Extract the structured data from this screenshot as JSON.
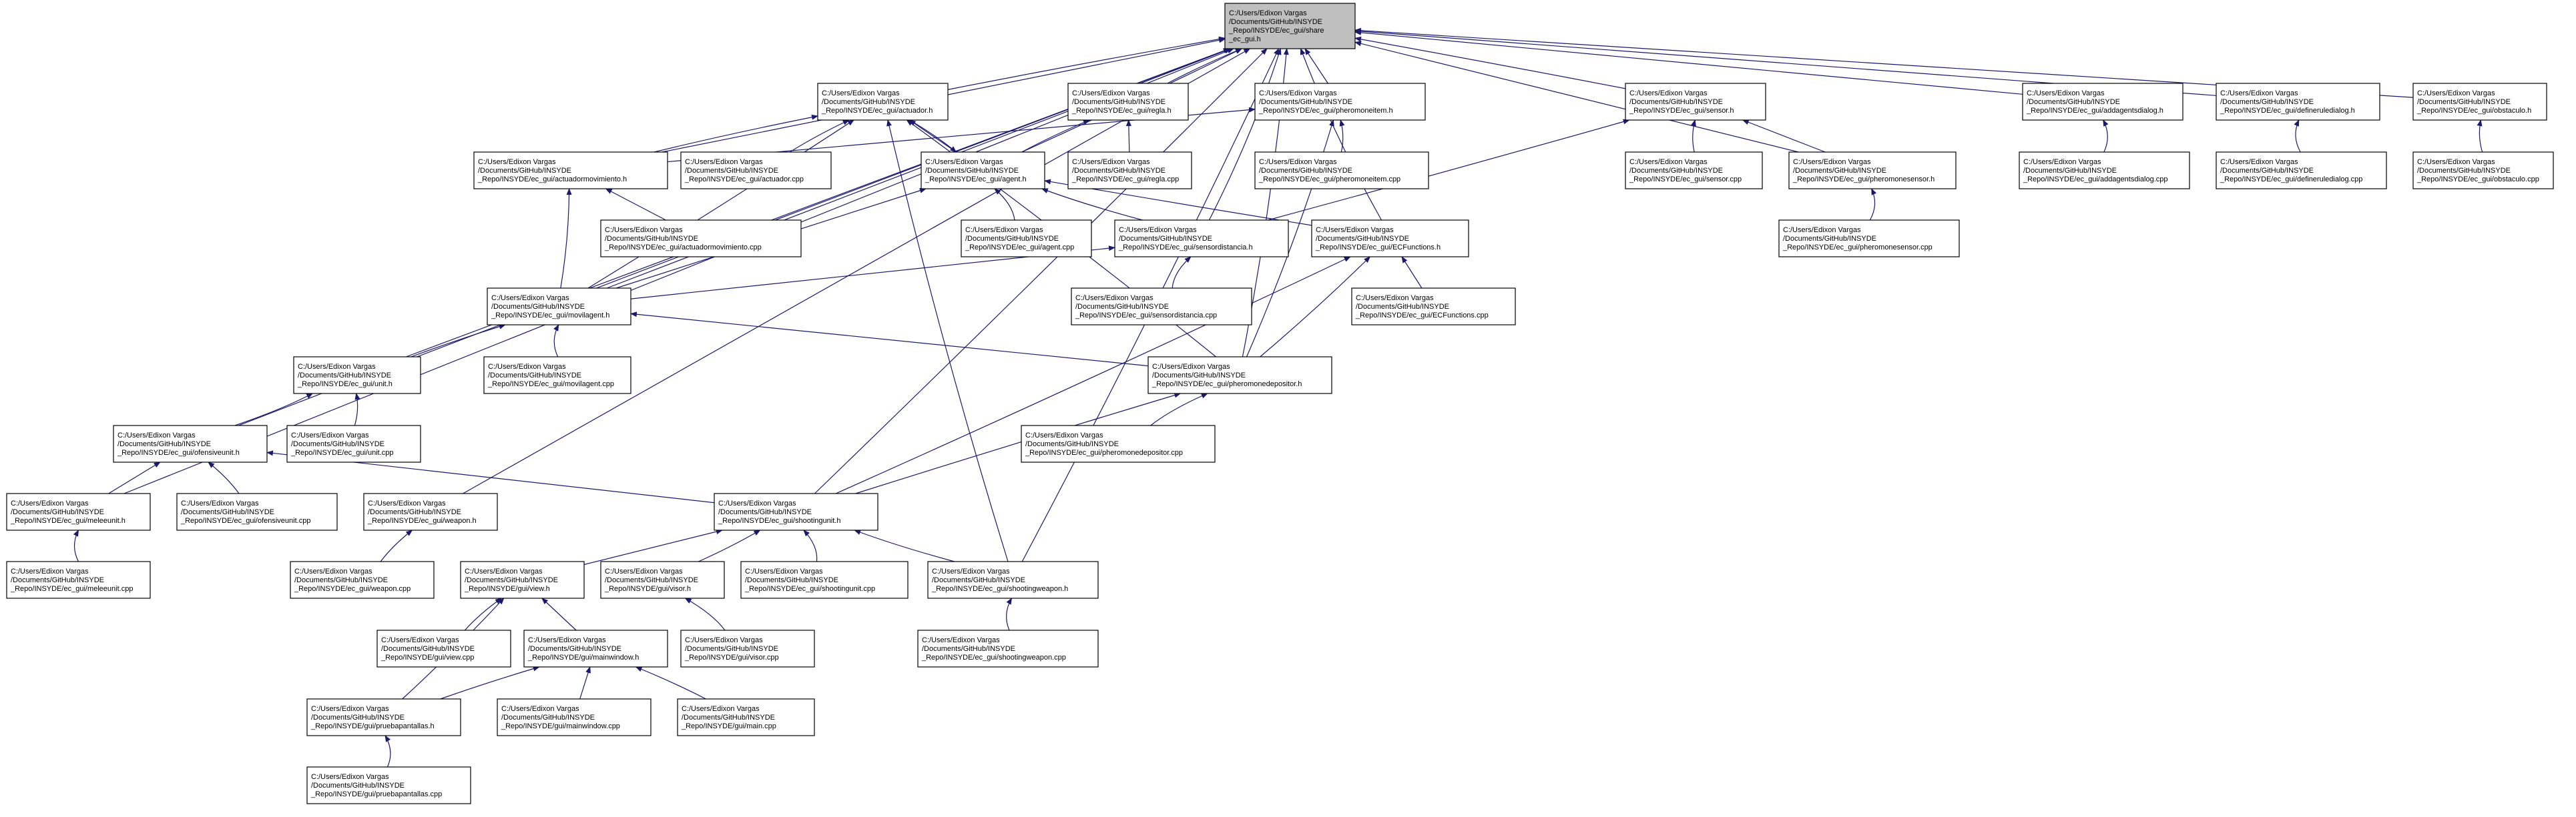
{
  "graph": {
    "arrow_color": "#191970",
    "root_fill": "#bfbfbf",
    "node_fill": "#ffffff",
    "nodes": [
      {
        "id": "share",
        "lines": [
          "C:/Users/Edixon Vargas",
          "/Documents/GitHub/INSYDE",
          "_Repo/INSYDE/ec_gui/share",
          "_ec_gui.h"
        ],
        "root": true
      },
      {
        "id": "actuador_h",
        "lines": [
          "C:/Users/Edixon Vargas",
          "/Documents/GitHub/INSYDE",
          "_Repo/INSYDE/ec_gui/actuador.h"
        ]
      },
      {
        "id": "regla_h",
        "lines": [
          "C:/Users/Edixon Vargas",
          "/Documents/GitHub/INSYDE",
          "_Repo/INSYDE/ec_gui/regla.h"
        ]
      },
      {
        "id": "pheromoneitem_h",
        "lines": [
          "C:/Users/Edixon Vargas",
          "/Documents/GitHub/INSYDE",
          "_Repo/INSYDE/ec_gui/pheromoneitem.h"
        ]
      },
      {
        "id": "sensor_h",
        "lines": [
          "C:/Users/Edixon Vargas",
          "/Documents/GitHub/INSYDE",
          "_Repo/INSYDE/ec_gui/sensor.h"
        ]
      },
      {
        "id": "addagentsdialog_h",
        "lines": [
          "C:/Users/Edixon Vargas",
          "/Documents/GitHub/INSYDE",
          "_Repo/INSYDE/ec_gui/addagentsdialog.h"
        ]
      },
      {
        "id": "defineruledialog_h",
        "lines": [
          "C:/Users/Edixon Vargas",
          "/Documents/GitHub/INSYDE",
          "_Repo/INSYDE/ec_gui/defineruledialog.h"
        ]
      },
      {
        "id": "obstaculo_h",
        "lines": [
          "C:/Users/Edixon Vargas",
          "/Documents/GitHub/INSYDE",
          "_Repo/INSYDE/ec_gui/obstaculo.h"
        ]
      },
      {
        "id": "actuadormov_h",
        "lines": [
          "C:/Users/Edixon Vargas",
          "/Documents/GitHub/INSYDE",
          "_Repo/INSYDE/ec_gui/actuadormovimiento.h"
        ]
      },
      {
        "id": "actuador_cpp",
        "lines": [
          "C:/Users/Edixon Vargas",
          "/Documents/GitHub/INSYDE",
          "_Repo/INSYDE/ec_gui/actuador.cpp"
        ]
      },
      {
        "id": "agent_h",
        "lines": [
          "C:/Users/Edixon Vargas",
          "/Documents/GitHub/INSYDE",
          "_Repo/INSYDE/ec_gui/agent.h"
        ]
      },
      {
        "id": "regla_cpp",
        "lines": [
          "C:/Users/Edixon Vargas",
          "/Documents/GitHub/INSYDE",
          "_Repo/INSYDE/ec_gui/regla.cpp"
        ]
      },
      {
        "id": "pheromoneitem_cpp",
        "lines": [
          "C:/Users/Edixon Vargas",
          "/Documents/GitHub/INSYDE",
          "_Repo/INSYDE/ec_gui/pheromoneitem.cpp"
        ]
      },
      {
        "id": "sensor_cpp",
        "lines": [
          "C:/Users/Edixon Vargas",
          "/Documents/GitHub/INSYDE",
          "_Repo/INSYDE/ec_gui/sensor.cpp"
        ]
      },
      {
        "id": "pheromonesensor_h",
        "lines": [
          "C:/Users/Edixon Vargas",
          "/Documents/GitHub/INSYDE",
          "_Repo/INSYDE/ec_gui/pheromonesensor.h"
        ]
      },
      {
        "id": "addagentsdialog_cpp",
        "lines": [
          "C:/Users/Edixon Vargas",
          "/Documents/GitHub/INSYDE",
          "_Repo/INSYDE/ec_gui/addagentsdialog.cpp"
        ]
      },
      {
        "id": "defineruledialog_cpp",
        "lines": [
          "C:/Users/Edixon Vargas",
          "/Documents/GitHub/INSYDE",
          "_Repo/INSYDE/ec_gui/defineruledialog.cpp"
        ]
      },
      {
        "id": "obstaculo_cpp",
        "lines": [
          "C:/Users/Edixon Vargas",
          "/Documents/GitHub/INSYDE",
          "_Repo/INSYDE/ec_gui/obstaculo.cpp"
        ]
      },
      {
        "id": "actuadormov_cpp",
        "lines": [
          "C:/Users/Edixon Vargas",
          "/Documents/GitHub/INSYDE",
          "_Repo/INSYDE/ec_gui/actuadormovimiento.cpp"
        ]
      },
      {
        "id": "agent_cpp",
        "lines": [
          "C:/Users/Edixon Vargas",
          "/Documents/GitHub/INSYDE",
          "_Repo/INSYDE/ec_gui/agent.cpp"
        ]
      },
      {
        "id": "sensordistancia_h",
        "lines": [
          "C:/Users/Edixon Vargas",
          "/Documents/GitHub/INSYDE",
          "_Repo/INSYDE/ec_gui/sensordistancia.h"
        ]
      },
      {
        "id": "ecfunctions_h",
        "lines": [
          "C:/Users/Edixon Vargas",
          "/Documents/GitHub/INSYDE",
          "_Repo/INSYDE/ec_gui/ECFunctions.h"
        ]
      },
      {
        "id": "pheromonesensor_cpp",
        "lines": [
          "C:/Users/Edixon Vargas",
          "/Documents/GitHub/INSYDE",
          "_Repo/INSYDE/ec_gui/pheromonesensor.cpp"
        ]
      },
      {
        "id": "movilagent_h",
        "lines": [
          "C:/Users/Edixon Vargas",
          "/Documents/GitHub/INSYDE",
          "_Repo/INSYDE/ec_gui/movilagent.h"
        ]
      },
      {
        "id": "sensordistancia_cpp",
        "lines": [
          "C:/Users/Edixon Vargas",
          "/Documents/GitHub/INSYDE",
          "_Repo/INSYDE/ec_gui/sensordistancia.cpp"
        ]
      },
      {
        "id": "ecfunctions_cpp",
        "lines": [
          "C:/Users/Edixon Vargas",
          "/Documents/GitHub/INSYDE",
          "_Repo/INSYDE/ec_gui/ECFunctions.cpp"
        ]
      },
      {
        "id": "unit_h",
        "lines": [
          "C:/Users/Edixon Vargas",
          "/Documents/GitHub/INSYDE",
          "_Repo/INSYDE/ec_gui/unit.h"
        ]
      },
      {
        "id": "movilagent_cpp",
        "lines": [
          "C:/Users/Edixon Vargas",
          "/Documents/GitHub/INSYDE",
          "_Repo/INSYDE/ec_gui/movilagent.cpp"
        ]
      },
      {
        "id": "pheromonedepositor_h",
        "lines": [
          "C:/Users/Edixon Vargas",
          "/Documents/GitHub/INSYDE",
          "_Repo/INSYDE/ec_gui/pheromonedepositor.h"
        ]
      },
      {
        "id": "offensiveunit_h",
        "lines": [
          "C:/Users/Edixon Vargas",
          "/Documents/GitHub/INSYDE",
          "_Repo/INSYDE/ec_gui/ofensiveunit.h"
        ]
      },
      {
        "id": "unit_cpp",
        "lines": [
          "C:/Users/Edixon Vargas",
          "/Documents/GitHub/INSYDE",
          "_Repo/INSYDE/ec_gui/unit.cpp"
        ]
      },
      {
        "id": "pheromonedepositor_cpp",
        "lines": [
          "C:/Users/Edixon Vargas",
          "/Documents/GitHub/INSYDE",
          "_Repo/INSYDE/ec_gui/pheromonedepositor.cpp"
        ]
      },
      {
        "id": "meleeunit_h",
        "lines": [
          "C:/Users/Edixon Vargas",
          "/Documents/GitHub/INSYDE",
          "_Repo/INSYDE/ec_gui/meleeunit.h"
        ]
      },
      {
        "id": "offensiveunit_cpp",
        "lines": [
          "C:/Users/Edixon Vargas",
          "/Documents/GitHub/INSYDE",
          "_Repo/INSYDE/ec_gui/ofensiveunit.cpp"
        ]
      },
      {
        "id": "weapon_h",
        "lines": [
          "C:/Users/Edixon Vargas",
          "/Documents/GitHub/INSYDE",
          "_Repo/INSYDE/ec_gui/weapon.h"
        ]
      },
      {
        "id": "shootingunit_h",
        "lines": [
          "C:/Users/Edixon Vargas",
          "/Documents/GitHub/INSYDE",
          "_Repo/INSYDE/ec_gui/shootingunit.h"
        ]
      },
      {
        "id": "meleeunit_cpp",
        "lines": [
          "C:/Users/Edixon Vargas",
          "/Documents/GitHub/INSYDE",
          "_Repo/INSYDE/ec_gui/meleeunit.cpp"
        ]
      },
      {
        "id": "weapon_cpp",
        "lines": [
          "C:/Users/Edixon Vargas",
          "/Documents/GitHub/INSYDE",
          "_Repo/INSYDE/ec_gui/weapon.cpp"
        ]
      },
      {
        "id": "view_h",
        "lines": [
          "C:/Users/Edixon Vargas",
          "/Documents/GitHub/INSYDE",
          "_Repo/INSYDE/gui/view.h"
        ]
      },
      {
        "id": "visor_h",
        "lines": [
          "C:/Users/Edixon Vargas",
          "/Documents/GitHub/INSYDE",
          "_Repo/INSYDE/gui/visor.h"
        ]
      },
      {
        "id": "shootingunit_cpp",
        "lines": [
          "C:/Users/Edixon Vargas",
          "/Documents/GitHub/INSYDE",
          "_Repo/INSYDE/ec_gui/shootingunit.cpp"
        ]
      },
      {
        "id": "shootingweapon_h",
        "lines": [
          "C:/Users/Edixon Vargas",
          "/Documents/GitHub/INSYDE",
          "_Repo/INSYDE/ec_gui/shootingweapon.h"
        ]
      },
      {
        "id": "view_cpp",
        "lines": [
          "C:/Users/Edixon Vargas",
          "/Documents/GitHub/INSYDE",
          "_Repo/INSYDE/gui/view.cpp"
        ]
      },
      {
        "id": "mainwindow_h",
        "lines": [
          "C:/Users/Edixon Vargas",
          "/Documents/GitHub/INSYDE",
          "_Repo/INSYDE/gui/mainwindow.h"
        ]
      },
      {
        "id": "visor_cpp",
        "lines": [
          "C:/Users/Edixon Vargas",
          "/Documents/GitHub/INSYDE",
          "_Repo/INSYDE/gui/visor.cpp"
        ]
      },
      {
        "id": "shootingweapon_cpp",
        "lines": [
          "C:/Users/Edixon Vargas",
          "/Documents/GitHub/INSYDE",
          "_Repo/INSYDE/ec_gui/shootingweapon.cpp"
        ]
      },
      {
        "id": "pruebapantallas_h",
        "lines": [
          "C:/Users/Edixon Vargas",
          "/Documents/GitHub/INSYDE",
          "_Repo/INSYDE/gui/pruebapantallas.h"
        ]
      },
      {
        "id": "mainwindow_cpp",
        "lines": [
          "C:/Users/Edixon Vargas",
          "/Documents/GitHub/INSYDE",
          "_Repo/INSYDE/gui/mainwindow.cpp"
        ]
      },
      {
        "id": "main_cpp",
        "lines": [
          "C:/Users/Edixon Vargas",
          "/Documents/GitHub/INSYDE",
          "_Repo/INSYDE/gui/main.cpp"
        ]
      },
      {
        "id": "pruebapantallas_cpp",
        "lines": [
          "C:/Users/Edixon Vargas",
          "/Documents/GitHub/INSYDE",
          "_Repo/INSYDE/gui/pruebapantallas.cpp"
        ]
      }
    ],
    "edges": [
      [
        "actuador_h",
        "share"
      ],
      [
        "regla_h",
        "share"
      ],
      [
        "pheromoneitem_h",
        "share"
      ],
      [
        "sensor_h",
        "share"
      ],
      [
        "addagentsdialog_h",
        "share"
      ],
      [
        "defineruledialog_h",
        "share"
      ],
      [
        "obstaculo_h",
        "share"
      ],
      [
        "actuadormov_h",
        "share"
      ],
      [
        "agent_h",
        "share"
      ],
      [
        "sensordistancia_h",
        "share"
      ],
      [
        "ecfunctions_h",
        "share"
      ],
      [
        "pheromonesensor_h",
        "share"
      ],
      [
        "movilagent_h",
        "share"
      ],
      [
        "unit_h",
        "share"
      ],
      [
        "pheromonedepositor_h",
        "share"
      ],
      [
        "offensiveunit_h",
        "share"
      ],
      [
        "meleeunit_h",
        "share"
      ],
      [
        "weapon_h",
        "share"
      ],
      [
        "shootingunit_h",
        "share"
      ],
      [
        "shootingweapon_h",
        "share"
      ],
      [
        "actuadormov_h",
        "actuador_h"
      ],
      [
        "actuador_cpp",
        "actuador_h"
      ],
      [
        "agent_h",
        "actuador_h"
      ],
      [
        "movilagent_h",
        "actuador_h"
      ],
      [
        "pheromonedepositor_h",
        "actuador_h"
      ],
      [
        "shootingweapon_h",
        "actuador_h"
      ],
      [
        "agent_h",
        "regla_h"
      ],
      [
        "regla_cpp",
        "regla_h"
      ],
      [
        "pheromoneitem_cpp",
        "pheromoneitem_h"
      ],
      [
        "pheromonedepositor_h",
        "pheromoneitem_h"
      ],
      [
        "actuadormov_h",
        "pheromoneitem_h"
      ],
      [
        "sensor_cpp",
        "sensor_h"
      ],
      [
        "pheromonesensor_h",
        "sensor_h"
      ],
      [
        "sensordistancia_h",
        "sensor_h"
      ],
      [
        "addagentsdialog_cpp",
        "addagentsdialog_h"
      ],
      [
        "defineruledialog_cpp",
        "defineruledialog_h"
      ],
      [
        "obstaculo_cpp",
        "obstaculo_h"
      ],
      [
        "actuadormov_cpp",
        "actuadormov_h"
      ],
      [
        "movilagent_h",
        "actuadormov_h"
      ],
      [
        "agent_cpp",
        "agent_h"
      ],
      [
        "sensordistancia_h",
        "agent_h"
      ],
      [
        "ecfunctions_h",
        "agent_h"
      ],
      [
        "movilagent_h",
        "agent_h"
      ],
      [
        "actuador_h",
        "agent_h"
      ],
      [
        "pheromonesensor_cpp",
        "pheromonesensor_h"
      ],
      [
        "sensordistancia_cpp",
        "sensordistancia_h"
      ],
      [
        "movilagent_h",
        "sensordistancia_h"
      ],
      [
        "ecfunctions_cpp",
        "ecfunctions_h"
      ],
      [
        "pheromonedepositor_h",
        "ecfunctions_h"
      ],
      [
        "shootingunit_h",
        "ecfunctions_h"
      ],
      [
        "movilagent_cpp",
        "movilagent_h"
      ],
      [
        "unit_h",
        "movilagent_h"
      ],
      [
        "pheromonedepositor_h",
        "movilagent_h"
      ],
      [
        "unit_cpp",
        "unit_h"
      ],
      [
        "offensiveunit_h",
        "unit_h"
      ],
      [
        "pheromonedepositor_cpp",
        "pheromonedepositor_h"
      ],
      [
        "shootingunit_h",
        "pheromonedepositor_h"
      ],
      [
        "meleeunit_h",
        "offensiveunit_h"
      ],
      [
        "offensiveunit_cpp",
        "offensiveunit_h"
      ],
      [
        "shootingunit_h",
        "offensiveunit_h"
      ],
      [
        "meleeunit_cpp",
        "meleeunit_h"
      ],
      [
        "weapon_cpp",
        "weapon_h"
      ],
      [
        "view_h",
        "shootingunit_h"
      ],
      [
        "visor_h",
        "shootingunit_h"
      ],
      [
        "shootingunit_cpp",
        "shootingunit_h"
      ],
      [
        "shootingweapon_h",
        "shootingunit_h"
      ],
      [
        "view_cpp",
        "view_h"
      ],
      [
        "mainwindow_h",
        "view_h"
      ],
      [
        "pruebapantallas_h",
        "view_h"
      ],
      [
        "visor_cpp",
        "visor_h"
      ],
      [
        "shootingweapon_cpp",
        "shootingweapon_h"
      ],
      [
        "pruebapantallas_h",
        "mainwindow_h"
      ],
      [
        "mainwindow_cpp",
        "mainwindow_h"
      ],
      [
        "main_cpp",
        "mainwindow_h"
      ],
      [
        "pruebapantallas_cpp",
        "pruebapantallas_h"
      ]
    ]
  }
}
